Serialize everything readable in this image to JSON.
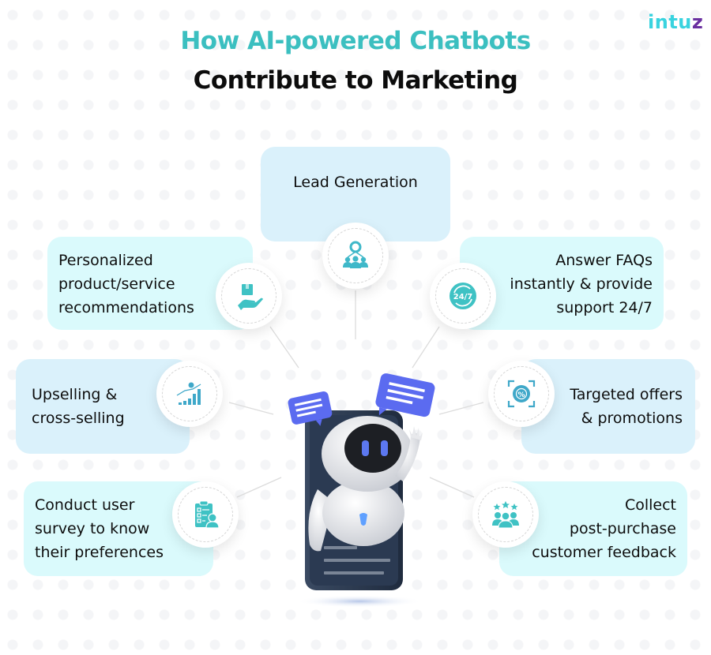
{
  "logo": {
    "text_main": "intu",
    "text_accent": "z"
  },
  "title": {
    "line1": "How AI-powered Chatbots",
    "line2": "Contribute to Marketing"
  },
  "colors": {
    "title_accent": "#3bbfc0",
    "icon": "#3fb8c9",
    "card_blue": "#daf1fb",
    "card_cyan": "#dafafc",
    "logo": "#39d3df",
    "bubble": "#5b6bf0",
    "phone": "#2d3b52"
  },
  "center": {
    "image": "robot-chatbot-on-phone",
    "bubbles": 2
  },
  "items": [
    {
      "id": "lead-generation",
      "lines": [
        "Lead Generation"
      ],
      "icon": "people-network-icon"
    },
    {
      "id": "personalized-recommendations",
      "lines": [
        "Personalized",
        "product/service",
        "recommendations"
      ],
      "icon": "hand-box-icon"
    },
    {
      "id": "answer-faqs",
      "lines": [
        "Answer FAQs",
        "instantly & provide",
        "support 24/7"
      ],
      "icon": "clock-24-7-icon",
      "icon_text": "24/7"
    },
    {
      "id": "upselling",
      "lines": [
        "Upselling &",
        "cross-selling"
      ],
      "icon": "growth-chart-icon"
    },
    {
      "id": "targeted-offers",
      "lines": [
        "Targeted offers",
        "& promotions"
      ],
      "icon": "target-percent-icon"
    },
    {
      "id": "user-survey",
      "lines": [
        "Conduct user",
        "survey to know",
        "their preferences"
      ],
      "icon": "clipboard-user-icon"
    },
    {
      "id": "customer-feedback",
      "lines": [
        "Collect",
        "post-purchase",
        "customer feedback"
      ],
      "icon": "rated-customers-icon"
    }
  ]
}
